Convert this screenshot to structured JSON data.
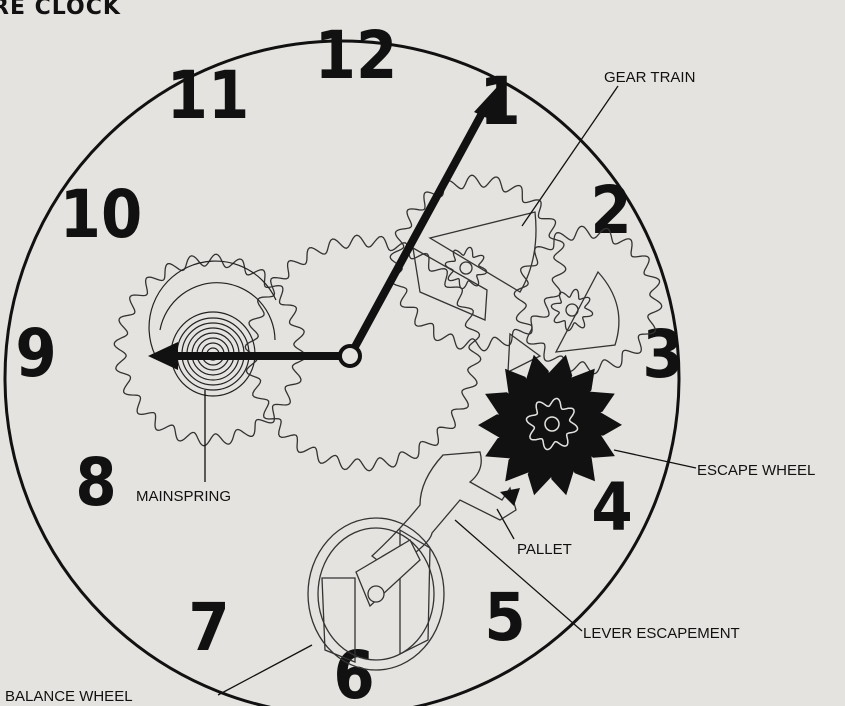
{
  "title": "RE CLOCK",
  "numerals": [
    "12",
    "1",
    "2",
    "3",
    "4",
    "5",
    "6",
    "7",
    "8",
    "9",
    "10",
    "11"
  ],
  "labels": {
    "gear_train": "GEAR TRAIN",
    "escape_wheel": "ESCAPE WHEEL",
    "mainspring": "MAINSPRING",
    "pallet": "PALLET",
    "lever_escapement": "LEVER ESCAPEMENT",
    "balance_wheel": "BALANCE WHEEL"
  },
  "colors": {
    "background": "#e4e3df",
    "ink": "#111111"
  }
}
